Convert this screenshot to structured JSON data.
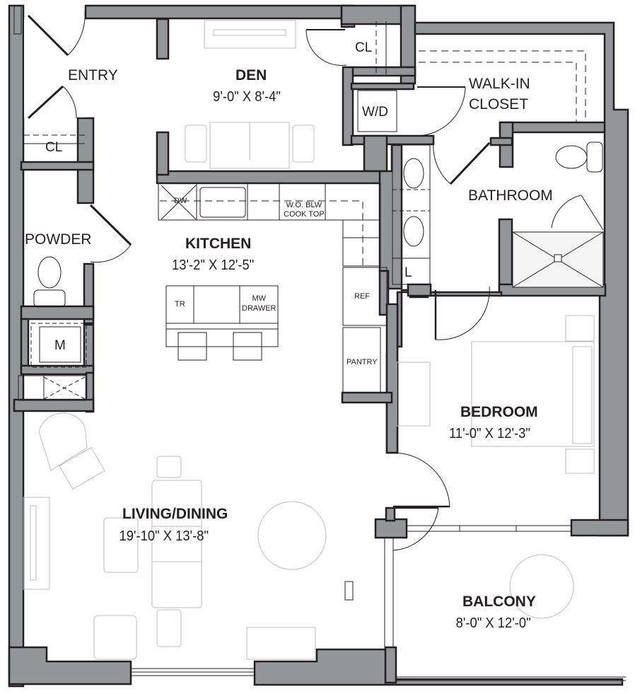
{
  "plan": {
    "wall_color": "#939598",
    "outline_color": "#231f20",
    "furniture_color": "#bcbec0",
    "rooms": {
      "entry": {
        "name": "ENTRY"
      },
      "den": {
        "name": "DEN",
        "dimensions": "9'-0\" X 8'-4\""
      },
      "den_closet": {
        "name": "CL"
      },
      "entry_closet": {
        "name": "CL"
      },
      "walk_in_closet": {
        "name_line1": "WALK-IN",
        "name_line2": "CLOSET"
      },
      "laundry": {
        "name": "W/D"
      },
      "bathroom": {
        "name": "BATHROOM"
      },
      "linen": {
        "name": "L"
      },
      "powder": {
        "name": "POWDER"
      },
      "mechanical": {
        "name": "M"
      },
      "kitchen": {
        "name": "KITCHEN",
        "dimensions": "13'-2\" X 12'-5\""
      },
      "living_dining": {
        "name": "LIVING/DINING",
        "dimensions": "19'-10\" X 13'-8\""
      },
      "bedroom": {
        "name": "BEDROOM",
        "dimensions": "11'-0\" X 12'-3\""
      },
      "balcony": {
        "name": "BALCONY",
        "dimensions": "8'-0\" X 12'-0\""
      }
    },
    "fixtures": {
      "dishwasher": "DW",
      "cooktop_line1": "W.O. BLW",
      "cooktop_line2": "COOK TOP",
      "trash": "TR",
      "microwave_line1": "MW",
      "microwave_line2": "DRAWER",
      "refrigerator": "REF",
      "pantry": "PANTRY"
    }
  }
}
